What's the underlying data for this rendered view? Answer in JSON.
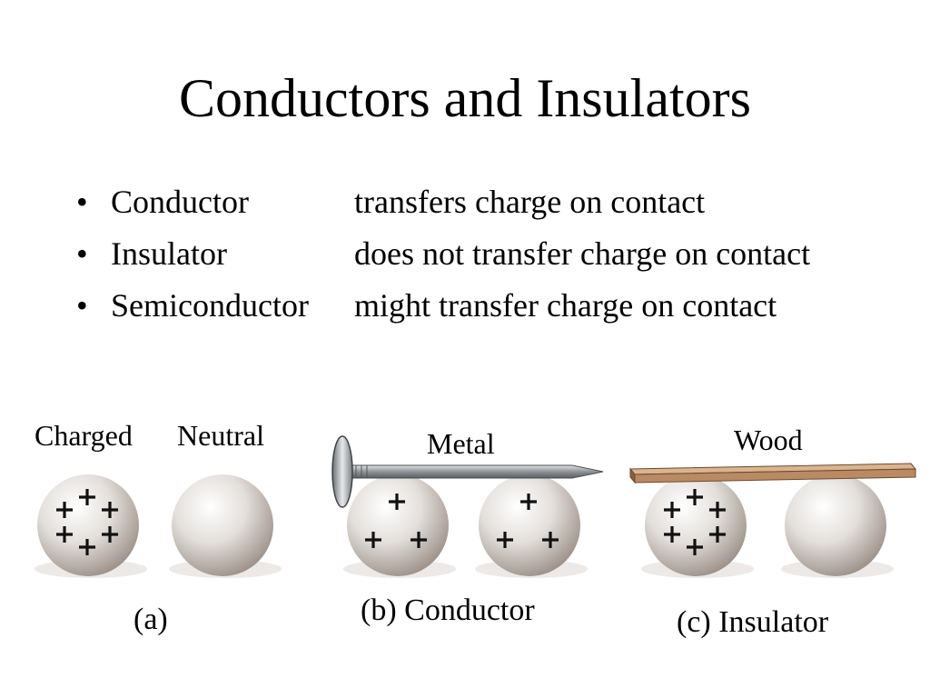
{
  "slide": {
    "title": "Conductors and Insulators",
    "bullets": [
      {
        "term": "Conductor",
        "description": "transfers charge on contact"
      },
      {
        "term": "Insulator",
        "description": "does not transfer charge on contact"
      },
      {
        "term": "Semiconductor",
        "description": "might transfer charge on contact"
      }
    ]
  },
  "figure": {
    "labels": {
      "charged": "Charged",
      "neutral": "Neutral",
      "metal": "Metal",
      "wood": "Wood",
      "caption_a": "(a)",
      "caption_b": "(b) Conductor",
      "caption_c": "(c) Insulator"
    },
    "colors": {
      "sphere": "#e3dfdb",
      "sphere_shade": "#8d837b",
      "wood": "#b98a63",
      "metal": "#8f9396"
    }
  }
}
